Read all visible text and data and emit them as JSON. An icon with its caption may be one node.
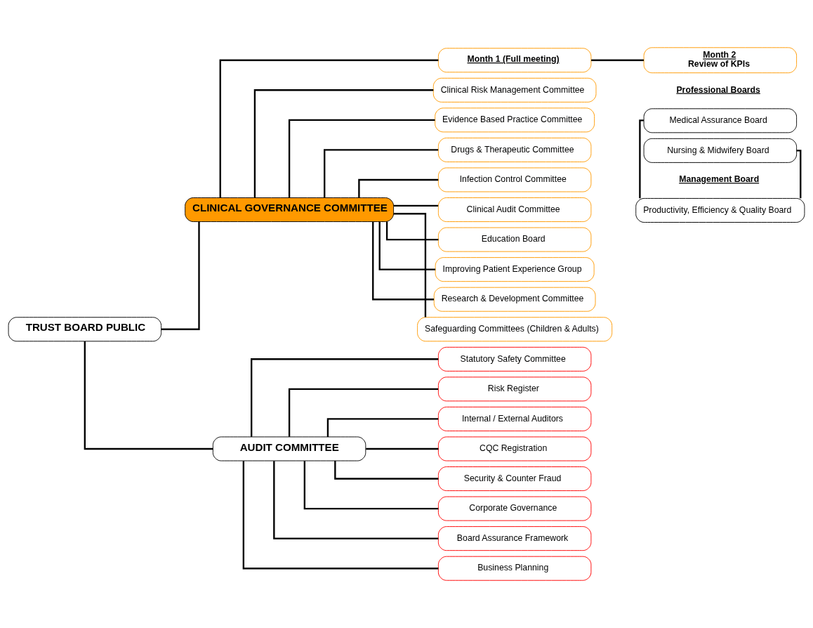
{
  "diagram": {
    "nodes": [
      {
        "text": [
          "TRUST BOARD PUBLIC"
        ]
      },
      {
        "text": [
          "CLINICAL GOVERNANCE COMMITTEE"
        ]
      },
      {
        "text": [
          "AUDIT COMMITTEE"
        ]
      },
      {
        "text": [
          "Month 1 (Full meeting)"
        ]
      },
      {
        "text": [
          "Month 2",
          "Review of KPIs"
        ]
      },
      {
        "text": [
          "Clinical Risk Management Committee"
        ]
      },
      {
        "text": [
          "Evidence Based Practice Committee"
        ]
      },
      {
        "text": [
          "Drugs & Therapeutic Committee"
        ]
      },
      {
        "text": [
          "Infection Control Committee"
        ]
      },
      {
        "text": [
          "Clinical Audit Committee"
        ]
      },
      {
        "text": [
          "Education Board"
        ]
      },
      {
        "text": [
          "Improving Patient Experience Group"
        ]
      },
      {
        "text": [
          "Research & Development Committee"
        ]
      },
      {
        "text": [
          "Safeguarding Committees (Children & Adults)"
        ]
      },
      {
        "text": [
          "Medical Assurance Board"
        ]
      },
      {
        "text": [
          "Nursing & Midwifery Board"
        ]
      },
      {
        "text": [
          "Productivity, Efficiency & Quality Board"
        ]
      },
      {
        "text": [
          "Statutory Safety Committee"
        ]
      },
      {
        "text": [
          "Risk Register"
        ]
      },
      {
        "text": [
          "Internal / External Auditors"
        ]
      },
      {
        "text": [
          "CQC Registration"
        ]
      },
      {
        "text": [
          "Security & Counter Fraud"
        ]
      },
      {
        "text": [
          "Corporate Governance"
        ]
      },
      {
        "text": [
          "Board Assurance Framework"
        ]
      },
      {
        "text": [
          "Business Planning"
        ]
      }
    ],
    "edges": [
      {
        "from": 0,
        "to": 1,
        "arrow": "none"
      },
      {
        "from": 0,
        "to": 2,
        "arrow": "none"
      },
      {
        "from": 1,
        "to": 3,
        "arrow": "none"
      },
      {
        "from": 3,
        "to": 4,
        "arrow": "none"
      },
      {
        "from": 1,
        "to": 5,
        "arrow": "none"
      },
      {
        "from": 1,
        "to": 6,
        "arrow": "none"
      },
      {
        "from": 1,
        "to": 7,
        "arrow": "none"
      },
      {
        "from": 1,
        "to": 8,
        "arrow": "none"
      },
      {
        "from": 1,
        "to": 9,
        "arrow": "none"
      },
      {
        "from": 1,
        "to": 10,
        "arrow": "none"
      },
      {
        "from": 1,
        "to": 11,
        "arrow": "none"
      },
      {
        "from": 1,
        "to": 12,
        "arrow": "none"
      },
      {
        "from": 1,
        "to": 13,
        "arrow": "none"
      },
      {
        "from": 14,
        "to": 16,
        "arrow": "none"
      },
      {
        "from": 15,
        "to": 16,
        "arrow": "none"
      },
      {
        "from": 2,
        "to": 17,
        "arrow": "none"
      },
      {
        "from": 2,
        "to": 18,
        "arrow": "none"
      },
      {
        "from": 2,
        "to": 19,
        "arrow": "none"
      },
      {
        "from": 2,
        "to": 20,
        "arrow": "none"
      },
      {
        "from": 2,
        "to": 21,
        "arrow": "none"
      },
      {
        "from": 2,
        "to": 22,
        "arrow": "none"
      },
      {
        "from": 2,
        "to": 23,
        "arrow": "none"
      },
      {
        "from": 2,
        "to": 24,
        "arrow": "none"
      }
    ],
    "labels": [
      "Professional Boards",
      "Management Board"
    ]
  }
}
